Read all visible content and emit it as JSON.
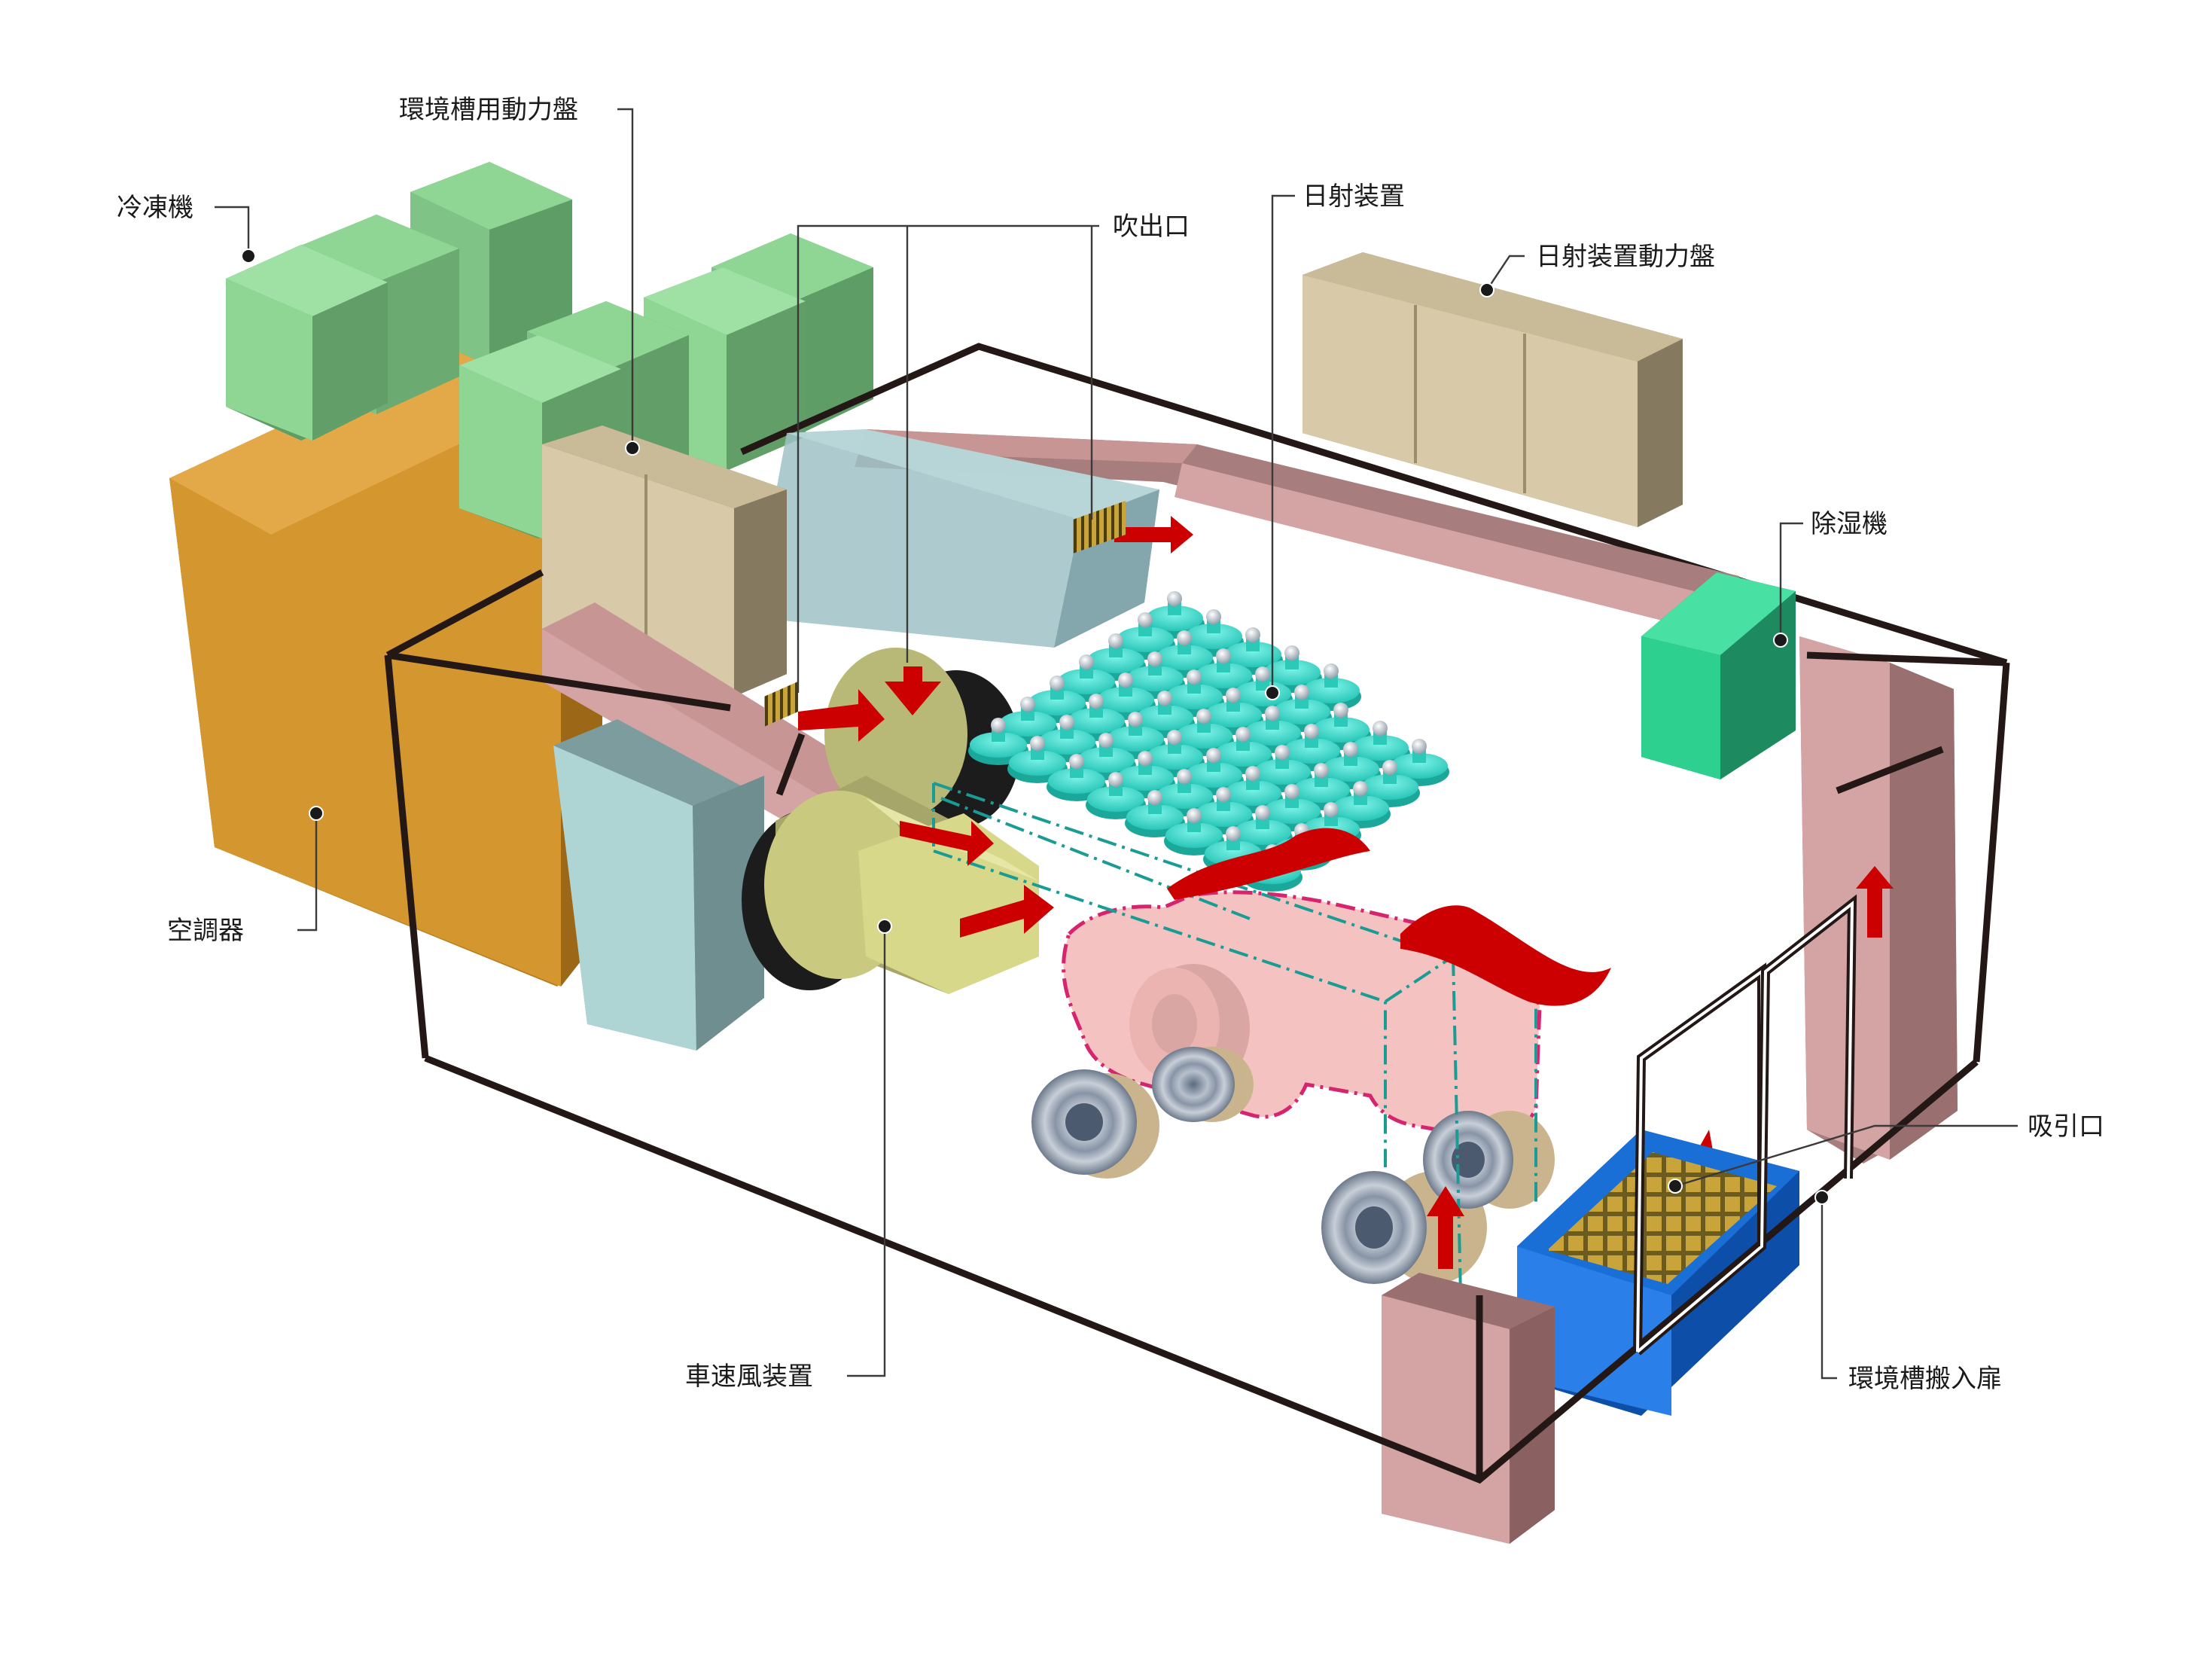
{
  "labels": {
    "environment_tank_power_panel": "環境槽用動力盤",
    "refrigerator": "冷凍機",
    "outlet": "吹出口",
    "solar_device": "日射装置",
    "solar_device_power_panel": "日射装置動力盤",
    "dehumidifier": "除湿機",
    "air_conditioner": "空調器",
    "inlet": "吸引口",
    "vehicle_speed_wind_device": "車速風装置",
    "environment_tank_door": "環境槽搬入扉"
  },
  "colors": {
    "air_conditioner": "#d4962e",
    "refrigerator": "#8fd694",
    "power_panel": "#d8c9a8",
    "duct": "#d4a3a3",
    "dehumidifier": "#2dd08f",
    "solar_lamp": "#34d6c6",
    "airflow_arrow": "#cc0000",
    "vehicle": "#f5c2c2",
    "vehicle_outline": "#d6246e",
    "wind_device": "#d8d88a",
    "inlet_base": "#1a6fd6",
    "frame": "#231815"
  }
}
